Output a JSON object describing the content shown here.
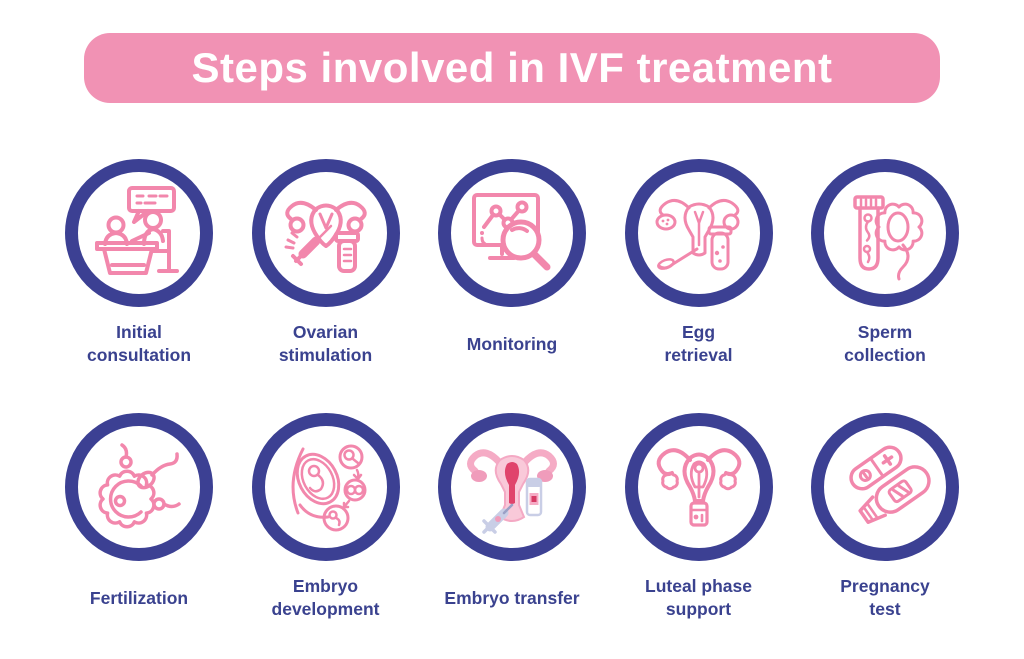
{
  "title": "Steps involved in IVF treatment",
  "colors": {
    "banner_pink": "#F192B4",
    "icon_pink": "#F287AC",
    "circle_navy": "#3C4093",
    "label_navy": "#3A428F",
    "background": "#FFFFFF"
  },
  "steps": [
    {
      "label": "Initial\nconsultation",
      "icon": "consultation-icon"
    },
    {
      "label": "Ovarian\nstimulation",
      "icon": "ovarian-stimulation-icon"
    },
    {
      "label": "Monitoring",
      "icon": "monitoring-icon"
    },
    {
      "label": "Egg\nretrieval",
      "icon": "egg-retrieval-icon"
    },
    {
      "label": "Sperm\ncollection",
      "icon": "sperm-collection-icon"
    },
    {
      "label": "Fertilization",
      "icon": "fertilization-icon"
    },
    {
      "label": "Embryo\ndevelopment",
      "icon": "embryo-development-icon"
    },
    {
      "label": "Embryo transfer",
      "icon": "embryo-transfer-icon"
    },
    {
      "label": "Luteal phase\nsupport",
      "icon": "luteal-phase-support-icon"
    },
    {
      "label": "Pregnancy\ntest",
      "icon": "pregnancy-test-icon"
    }
  ]
}
